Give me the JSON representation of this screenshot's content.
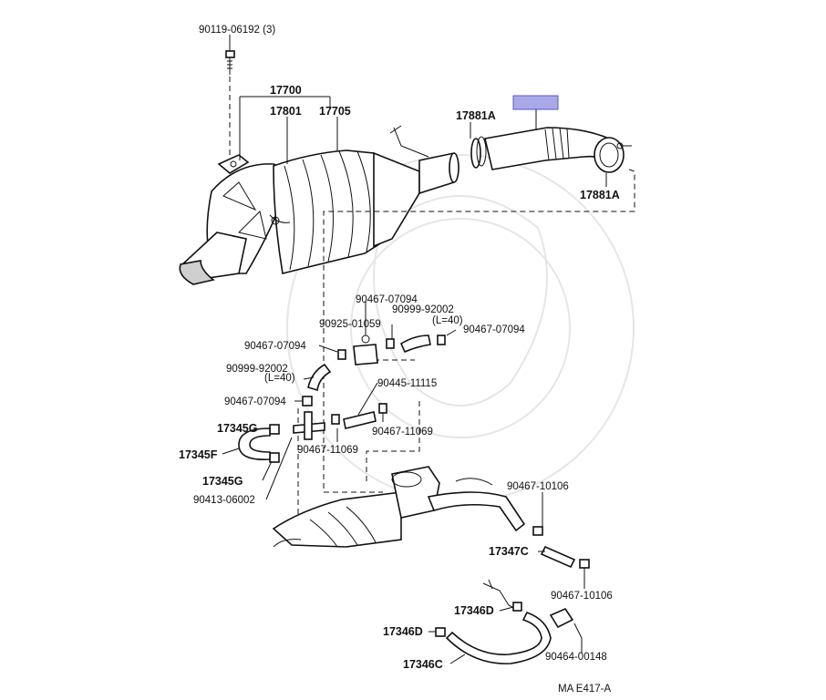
{
  "labels": {
    "p90119": "90119-06192 (3)",
    "p17700": "17700",
    "p17801": "17801",
    "p17705": "17705",
    "p17881a_top": "17881A",
    "p17881a_right": "17881A",
    "p90467_07094_a": "90467-07094",
    "p90999_92002_a": "90999-92002",
    "p_l40_a": "(L=40)",
    "p90467_07094_b": "90467-07094",
    "p90925_01059": "90925-01059",
    "p90467_07094_c": "90467-07094",
    "p90999_92002_b": "90999-92002",
    "p_l40_b": "(L=40)",
    "p90445_11115": "90445-11115",
    "p90467_07094_d": "90467-07094",
    "p17345g_a": "17345G",
    "p90467_11069_a": "90467-11069",
    "p17345f": "17345F",
    "p90467_11069_b": "90467-11069",
    "p17345g_b": "17345G",
    "p90413_06002": "90413-06002",
    "p90467_10106_a": "90467-10106",
    "p17347c": "17347C",
    "p90467_10106_b": "90467-10106",
    "p17346d_a": "17346D",
    "p17346d_b": "17346D",
    "p90464_00148": "90464-00148",
    "p17346c": "17346C",
    "ref": "MA  E417-A"
  },
  "colors": {
    "line": "#111111",
    "highlight_fill": "#a9a9e9",
    "highlight_stroke": "#5a5ab8"
  }
}
